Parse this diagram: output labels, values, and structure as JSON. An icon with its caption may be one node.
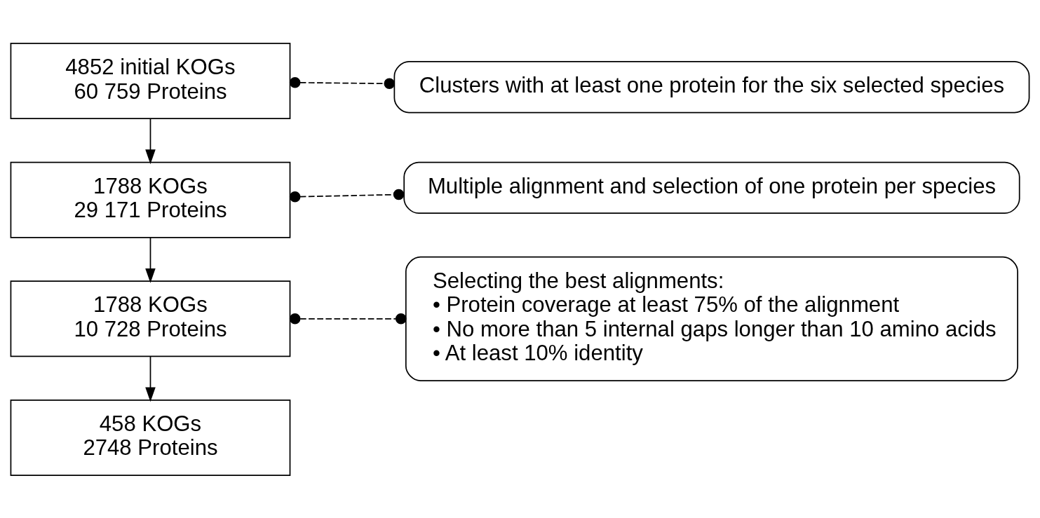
{
  "diagram": {
    "nodes": [
      {
        "text": [
          "4852 initial KOGs",
          "60 759 Proteins"
        ]
      },
      {
        "text": [
          "1788 KOGs",
          "29 171 Proteins"
        ]
      },
      {
        "text": [
          "1788 KOGs",
          "10 728 Proteins"
        ]
      },
      {
        "text": [
          "458 KOGs",
          "2748 Proteins"
        ]
      },
      {
        "text": [
          "Clusters with at least one protein for the six selected species"
        ]
      },
      {
        "text": [
          "Multiple alignment and selection of one protein per species"
        ]
      },
      {
        "text": [
          "Selecting the best alignments:",
          "• Protein coverage at least 75% of the alignment",
          "• No more than 5 internal gaps longer than 10 amino acids",
          "• At least 10% identity"
        ]
      }
    ],
    "edges": [
      {
        "from": 0,
        "to": 1,
        "arrow": "to"
      },
      {
        "from": 1,
        "to": 2,
        "arrow": "to"
      },
      {
        "from": 2,
        "to": 3,
        "arrow": "to"
      },
      {
        "from": 0,
        "to": 4,
        "arrow": "other",
        "style": "dashed"
      },
      {
        "from": 1,
        "to": 5,
        "arrow": "other",
        "style": "dashed"
      },
      {
        "from": 2,
        "to": 6,
        "arrow": "other",
        "style": "dashed"
      }
    ]
  }
}
